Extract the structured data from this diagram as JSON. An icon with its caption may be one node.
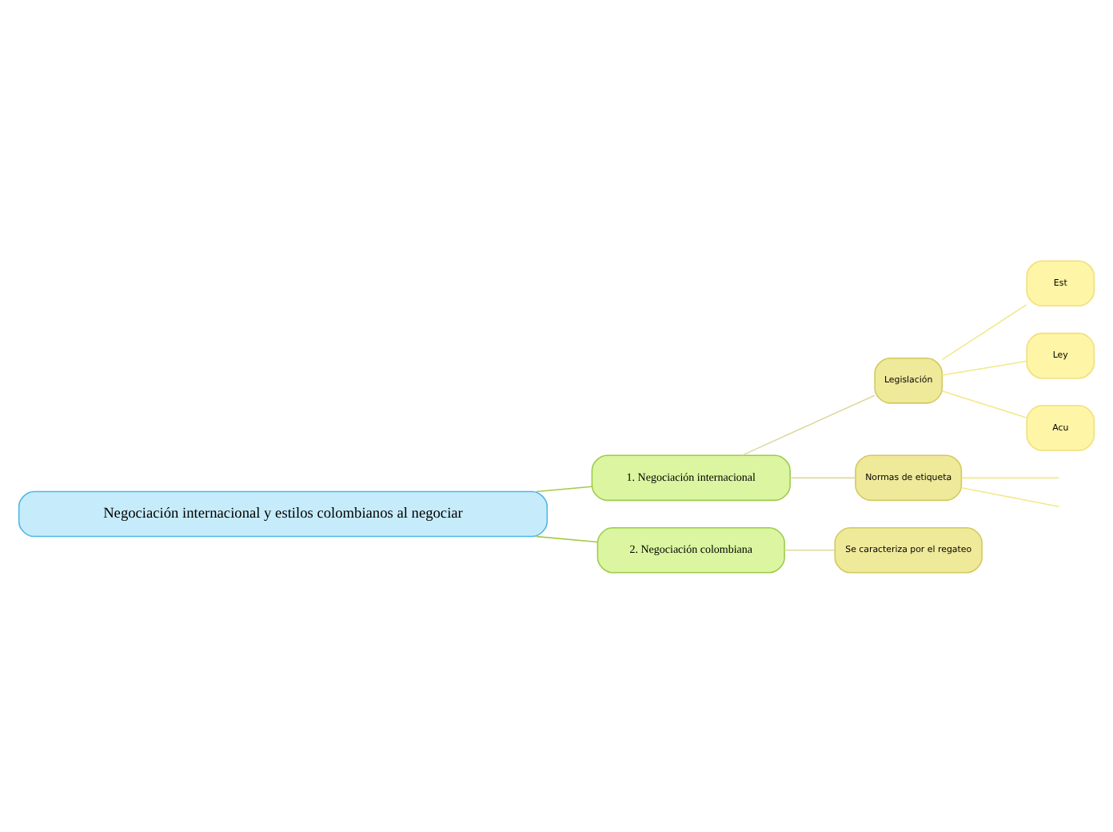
{
  "diagram": {
    "nodes": [
      {
        "text": [
          "Negociación internacional y estilos colombianos al negociar"
        ]
      },
      {
        "text": [
          "1. Negociación internacional"
        ]
      },
      {
        "text": [
          "2. Negociación colombiana"
        ]
      },
      {
        "text": [
          "Legislación"
        ]
      },
      {
        "text": [
          "Normas de etiqueta"
        ]
      },
      {
        "text": [
          "Se caracteriza por el regateo"
        ]
      },
      {
        "text": [
          "Est"
        ]
      },
      {
        "text": [
          "Ley"
        ]
      },
      {
        "text": [
          "Acu"
        ]
      }
    ],
    "edges": [
      {
        "from": 0,
        "to": 1,
        "arrow": "none"
      },
      {
        "from": 0,
        "to": 2,
        "arrow": "none"
      },
      {
        "from": 1,
        "to": 3,
        "arrow": "none",
        "color": "#ddd9a0"
      },
      {
        "from": 1,
        "to": 4,
        "arrow": "none",
        "color": "#ddd9a0"
      },
      {
        "from": 2,
        "to": 5,
        "arrow": "none",
        "color": "#ddd9a0"
      },
      {
        "from": 3,
        "to": 6,
        "arrow": "none",
        "color": "#f3e88a"
      },
      {
        "from": 3,
        "to": 7,
        "arrow": "none",
        "color": "#f3e88a"
      },
      {
        "from": 3,
        "to": 8,
        "arrow": "none",
        "color": "#f3e88a"
      },
      {
        "from": 4,
        "to": null,
        "arrow": "none",
        "color": "#f3e88a"
      },
      {
        "from": 4,
        "to": null,
        "arrow": "none",
        "color": "#f3e88a"
      }
    ]
  }
}
